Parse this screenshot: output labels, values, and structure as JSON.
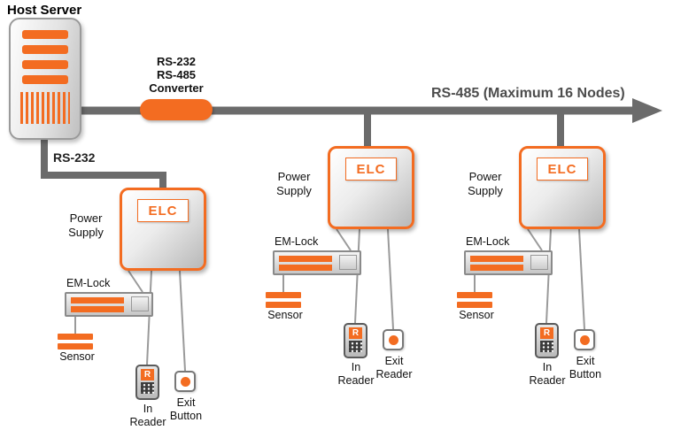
{
  "host_server": {
    "label": "Host Server"
  },
  "rs232": {
    "label": "RS-232"
  },
  "converter": {
    "lines": [
      "RS-232",
      "RS-485",
      "Converter"
    ]
  },
  "bus": {
    "label": "RS-485 (Maximum 16 Nodes)"
  },
  "units": [
    {
      "elc": "ELC",
      "power_supply": "Power Supply",
      "em_lock": "EM-Lock",
      "sensor": "Sensor",
      "in_reader": "In Reader",
      "exit": "Exit Button",
      "reader_letter": "R"
    },
    {
      "elc": "ELC",
      "power_supply": "Power Supply",
      "em_lock": "EM-Lock",
      "sensor": "Sensor",
      "in_reader": "In Reader",
      "exit": "Exit Reader",
      "reader_letter": "R"
    },
    {
      "elc": "ELC",
      "power_supply": "Power Supply",
      "em_lock": "EM-Lock",
      "sensor": "Sensor",
      "in_reader": "In Reader",
      "exit": "Exit Button",
      "reader_letter": "R"
    }
  ],
  "colors": {
    "orange": "#F36C21",
    "bus_gray": "#6b6b6b"
  }
}
